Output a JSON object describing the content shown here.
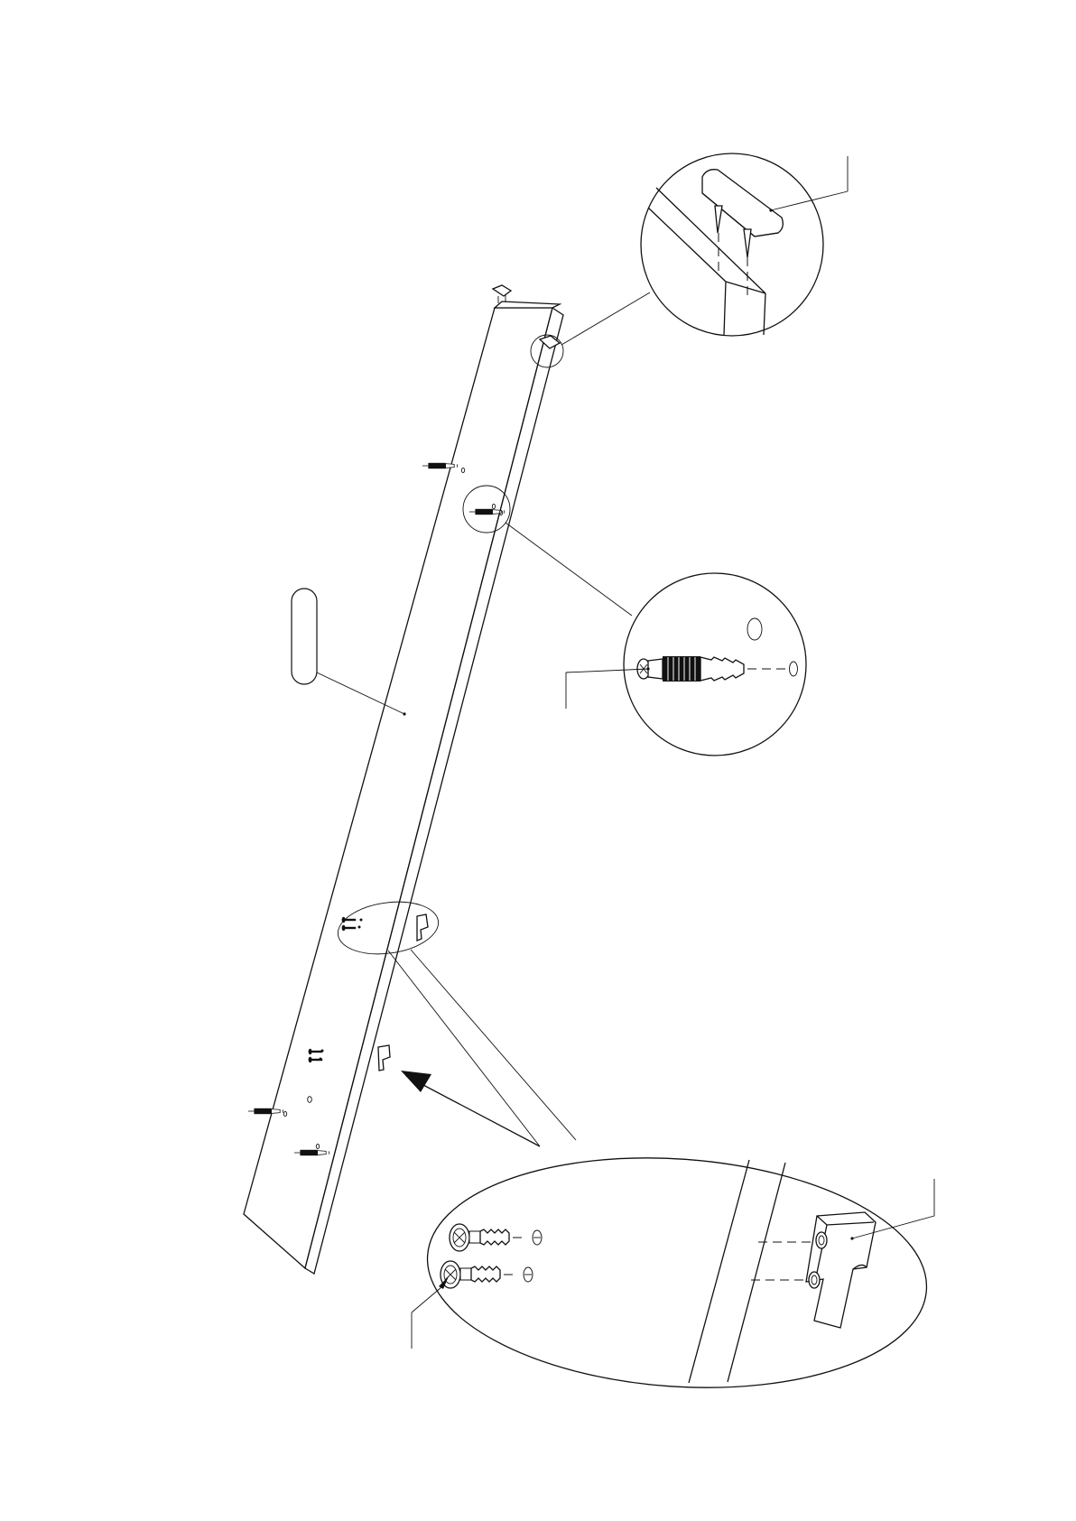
{
  "diagram": {
    "kind": "assembly-instruction",
    "colors": {
      "line": "#111111",
      "background": "#ffffff"
    },
    "parts": {
      "main_panel": "long-panel",
      "cap": "plastic-end-cap-with-pins",
      "cam_bolt": "cam-dowel",
      "screws": [
        "machine-screw",
        "machine-screw"
      ],
      "bracket": "l-bracket"
    },
    "part_label_bubble": "",
    "callout_labels": {
      "cap": "",
      "cam_bolt": "",
      "screw": "",
      "bracket": ""
    }
  }
}
